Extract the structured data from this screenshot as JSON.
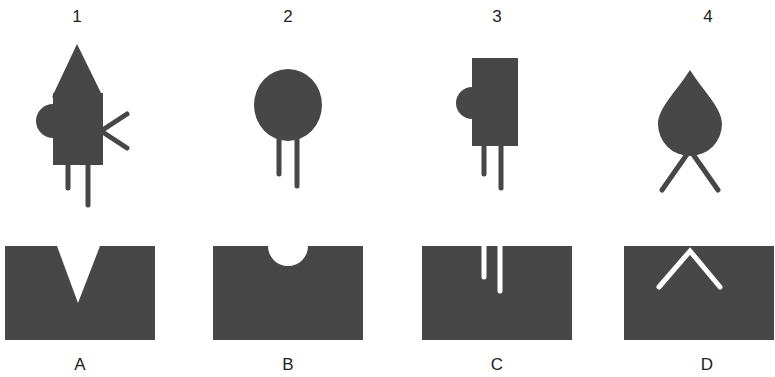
{
  "diagram": {
    "labels": [
      "1",
      "2",
      "3",
      "4",
      "A",
      "B",
      "C",
      "D"
    ]
  }
}
